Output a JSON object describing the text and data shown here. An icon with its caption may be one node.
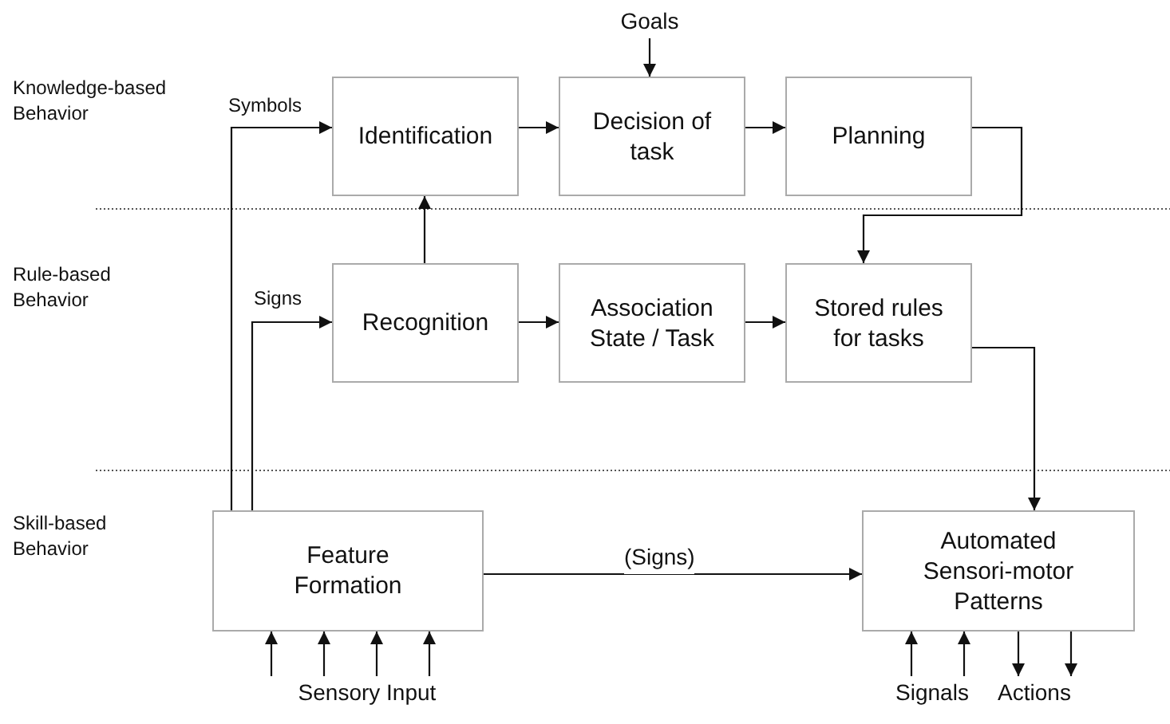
{
  "diagram": {
    "nodes": [
      {
        "text": [
          "Identification"
        ]
      },
      {
        "text": [
          "Decision of task"
        ]
      },
      {
        "text": [
          "Planning"
        ]
      },
      {
        "text": [
          "Recognition"
        ]
      },
      {
        "text": [
          "Association State / Task"
        ]
      },
      {
        "text": [
          "Stored rules for tasks"
        ]
      },
      {
        "text": [
          "Feature Formation"
        ]
      },
      {
        "text": [
          "Automated Sensori-motor Patterns"
        ]
      },
      {
        "text": [
          "Goals"
        ]
      },
      {
        "text": [
          "Sensory Input"
        ]
      },
      {
        "text": [
          "Signals"
        ]
      },
      {
        "text": [
          "Actions"
        ]
      }
    ],
    "edges": [
      {
        "from": 8,
        "to": 1,
        "arrow": "to"
      },
      {
        "from": 0,
        "to": 1,
        "arrow": "to"
      },
      {
        "from": 1,
        "to": 2,
        "arrow": "to"
      },
      {
        "from": 2,
        "to": 5,
        "arrow": "to"
      },
      {
        "from": 6,
        "to": 0,
        "arrow": "to",
        "label": "Symbols"
      },
      {
        "from": 6,
        "to": 3,
        "arrow": "to",
        "label": "Signs"
      },
      {
        "from": 3,
        "to": 0,
        "arrow": "to"
      },
      {
        "from": 3,
        "to": 4,
        "arrow": "to"
      },
      {
        "from": 4,
        "to": 5,
        "arrow": "to"
      },
      {
        "from": 5,
        "to": 7,
        "arrow": "to"
      },
      {
        "from": 6,
        "to": 7,
        "arrow": "to",
        "label": "(Signs)"
      },
      {
        "from": 9,
        "to": 6,
        "arrow": "to"
      },
      {
        "from": 9,
        "to": 6,
        "arrow": "to"
      },
      {
        "from": 9,
        "to": 6,
        "arrow": "to"
      },
      {
        "from": 9,
        "to": 6,
        "arrow": "to"
      },
      {
        "from": 10,
        "to": 7,
        "arrow": "to"
      },
      {
        "from": 10,
        "to": 7,
        "arrow": "to"
      },
      {
        "from": 7,
        "to": 11,
        "arrow": "to"
      },
      {
        "from": 7,
        "to": 11,
        "arrow": "to"
      }
    ],
    "labels": [
      "Knowledge-based Behavior",
      "Rule-based Behavior",
      "Skill-based Behavior"
    ]
  }
}
